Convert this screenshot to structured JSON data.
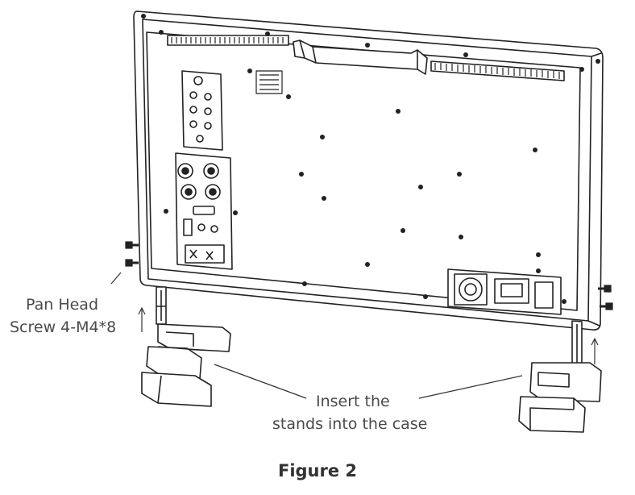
{
  "callouts": {
    "screw": {
      "line1": "Pan Head",
      "line2": "Screw 4-M4*8"
    },
    "stands": {
      "line1": "Insert the",
      "line2": "stands into the case"
    }
  },
  "caption": "Figure 2"
}
